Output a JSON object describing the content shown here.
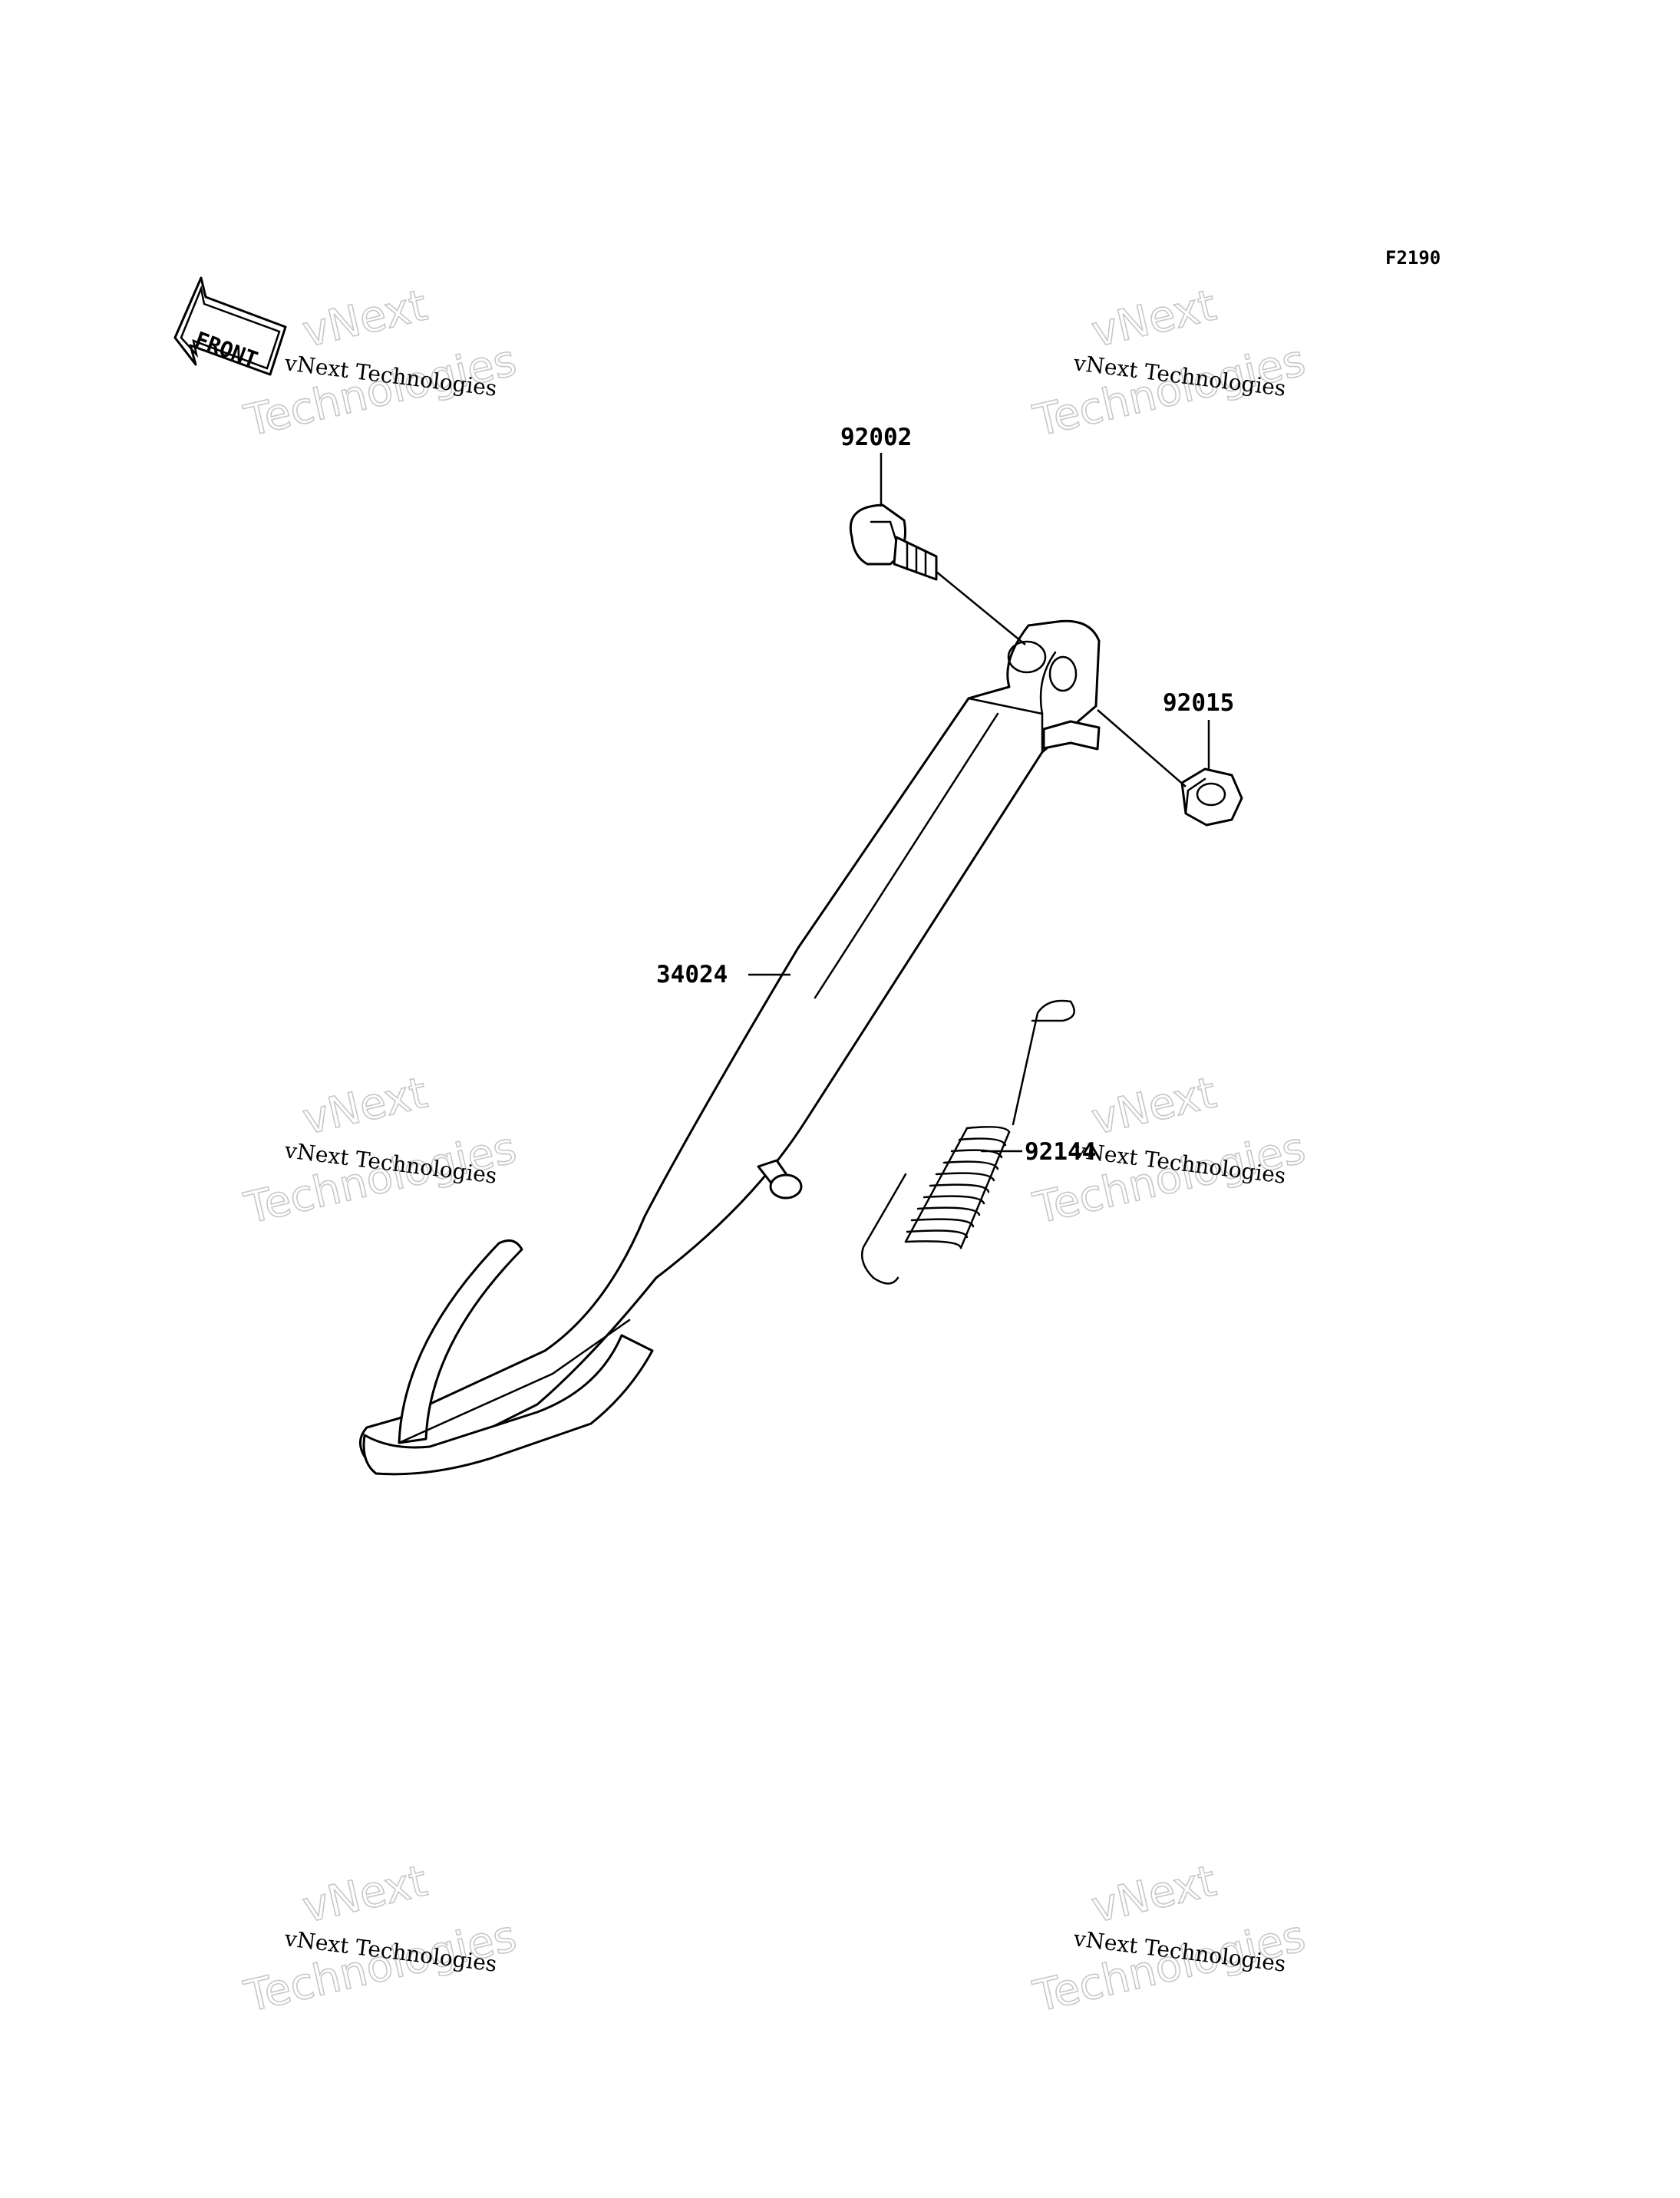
{
  "diagram": {
    "figure_code": "F2190",
    "front_label": "FRONT",
    "parts": [
      {
        "number": "92002",
        "name": "bolt"
      },
      {
        "number": "92015",
        "name": "nut"
      },
      {
        "number": "34024",
        "name": "side-stand"
      },
      {
        "number": "92144",
        "name": "spring"
      }
    ],
    "watermark": {
      "line1": "vNext Technologies",
      "ghost_top": "vNext",
      "ghost_bottom": "Technologies"
    }
  }
}
